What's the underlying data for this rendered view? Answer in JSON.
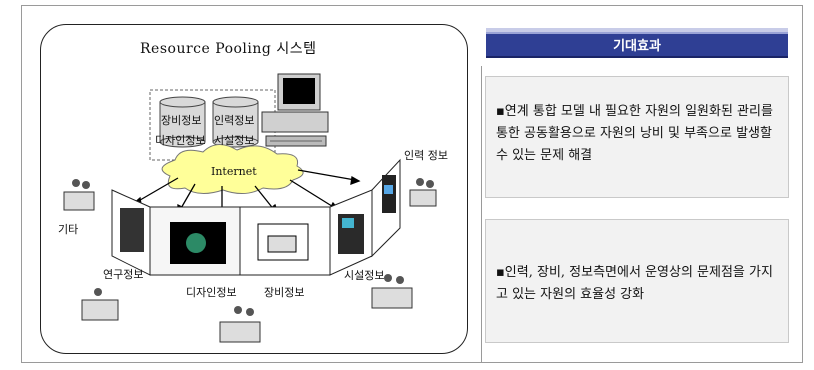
{
  "diagram": {
    "title": "Resource Pooling 시스템",
    "db_labels": [
      "장비정보",
      "인력정보",
      "디자인정보",
      "시설정보"
    ],
    "cloud_label": "Internet",
    "node_labels": {
      "hr": "인력 정보",
      "other": "기타",
      "research": "연구정보",
      "design": "디자인정보",
      "equipment": "장비정보",
      "facility": "시설정보"
    }
  },
  "effects": {
    "header": "기대효과",
    "items": [
      "▪연계 통합 모델 내 필요한 자원의 일원화된 관리를 통한 공동활용으로 자원의 낭비 및 부족으로 발생할 수 있는 문제 해결",
      "▪인력, 장비, 정보측면에서 운영상의 문제점을 가지고 있는 자원의 효율성 강화"
    ]
  },
  "colors": {
    "header_bg": "#2f3f94",
    "cloud_fill": "#ffff99",
    "panel_bg": "#f2f2f2"
  }
}
